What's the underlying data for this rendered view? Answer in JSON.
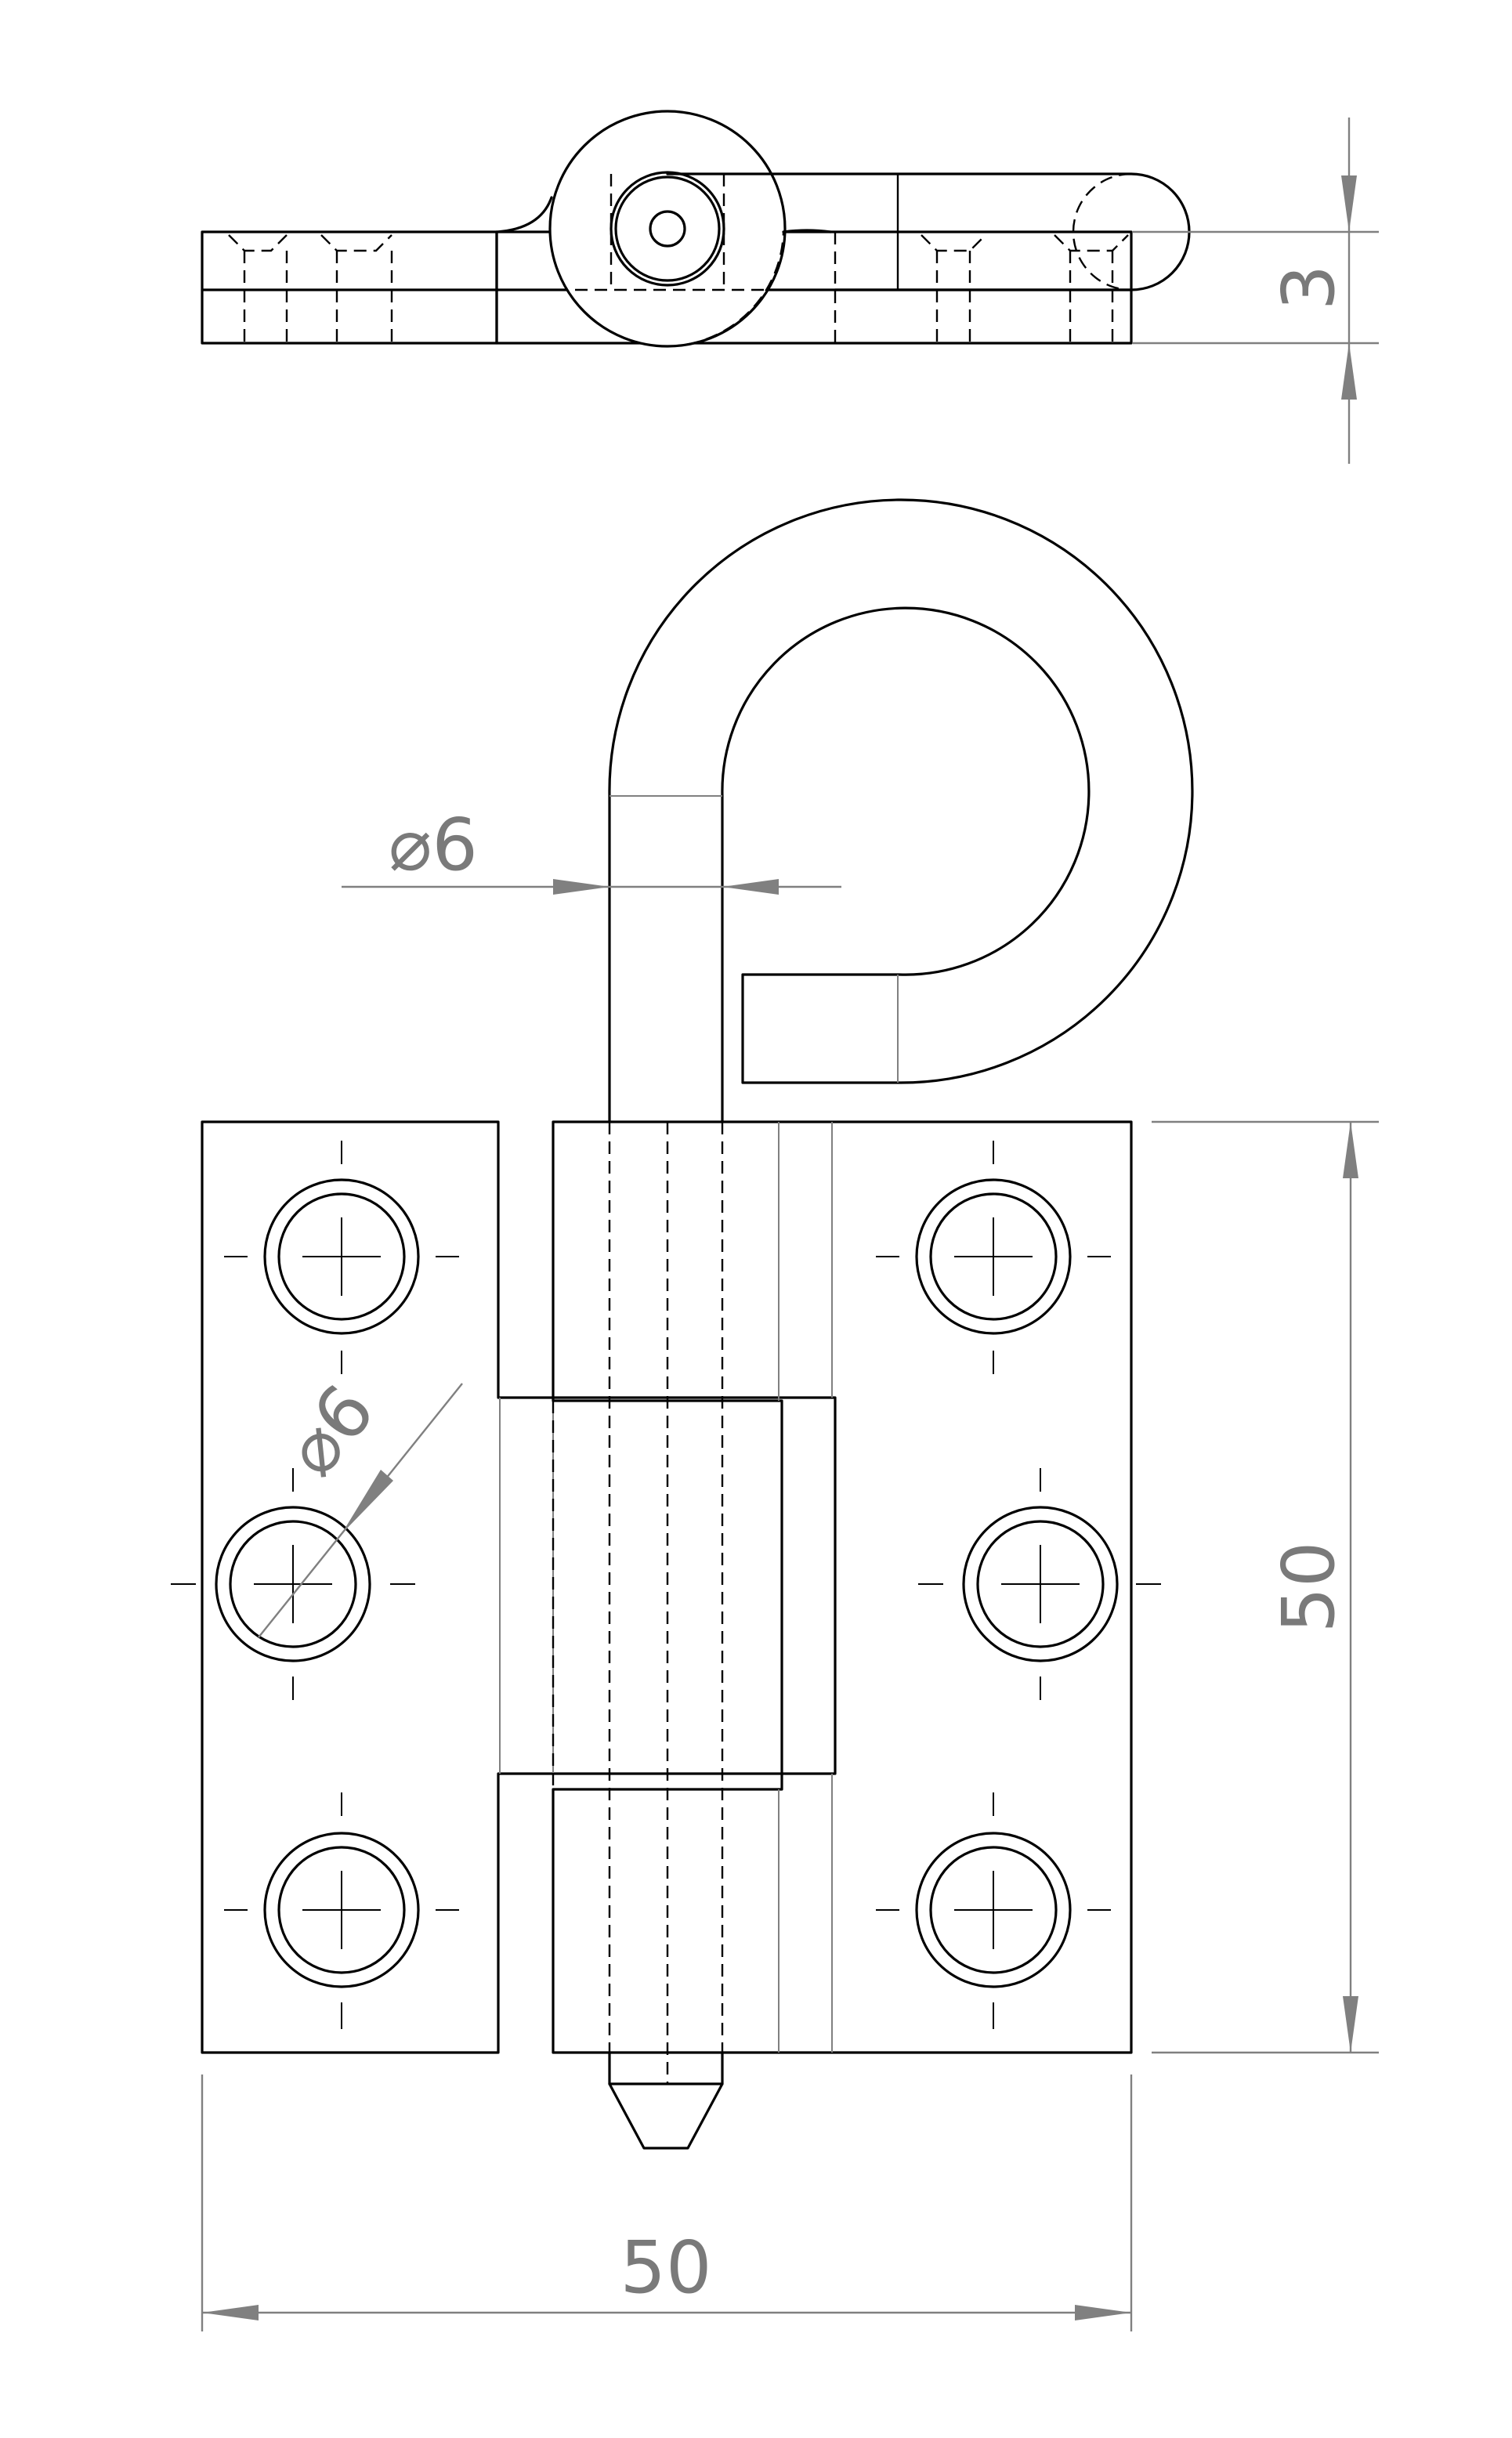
{
  "drawing": {
    "dimensions": {
      "plate_thickness": "3",
      "hook_pin_diameter": "⌀6",
      "screw_hole_diameter": "⌀6",
      "height": "50",
      "width": "50"
    },
    "colors": {
      "object_lines": "#000000",
      "dimension_lines": "#808080",
      "background": "#ffffff"
    }
  }
}
